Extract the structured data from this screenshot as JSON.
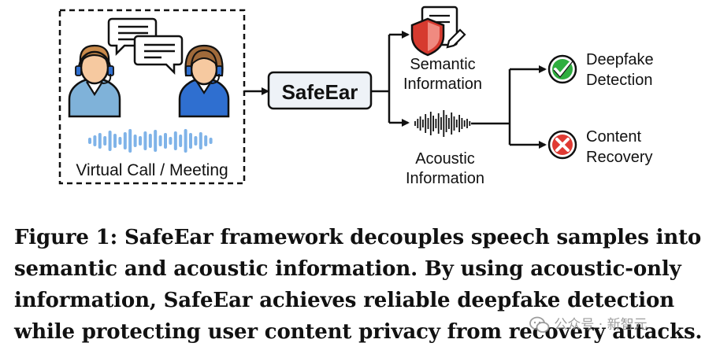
{
  "figure": {
    "caption_lines": [
      "Figure 1: SafeEar framework decouples speech samples into",
      "semantic and acoustic information. By using acoustic-only",
      "information, SafeEar achieves reliable deepfake detection",
      "while protecting user content privacy from recovery attacks."
    ],
    "input_box_label": "Virtual Call / Meeting",
    "center_box_label": "SafeEar",
    "semantic_label": [
      "Semantic",
      "Information"
    ],
    "acoustic_label": [
      "Acoustic",
      "Information"
    ],
    "deepfake_label": [
      "Deepfake",
      "Detection"
    ],
    "recovery_label": [
      "Content",
      "Recovery"
    ],
    "watermark": "公众号 · 新智元",
    "colors": {
      "check_green": "#2fae3f",
      "cross_red": "#e03a33",
      "shield_red": "#d63a2f",
      "wave_blue": "#7fb3e8",
      "shirt_blue": "#7fb2d9",
      "headset_blue": "#2f6fd0",
      "box_fill": "#eef2f7"
    }
  }
}
